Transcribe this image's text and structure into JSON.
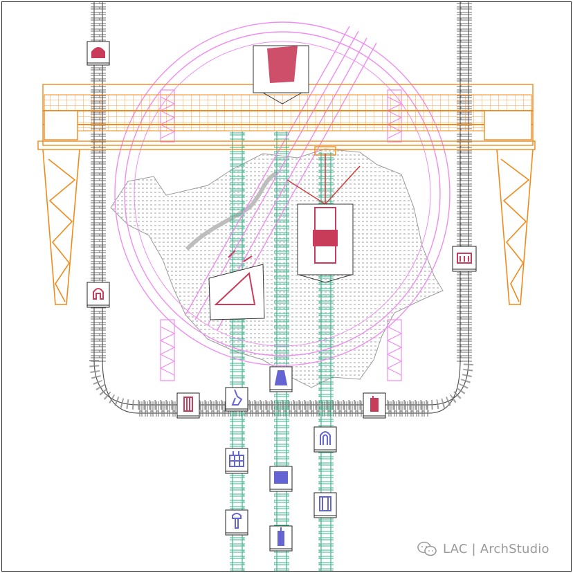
{
  "title": "",
  "watermark": {
    "text": "LAC | ArchStudio",
    "icon": "wechat-icon"
  },
  "colors": {
    "background": "#ffffff",
    "frame": "#333333",
    "rail_track": "#6e6e6e",
    "green_track": "#3bb58c",
    "crane": "#f08a1a",
    "ring": "#f08cf0",
    "city_map": "#d6d6d6",
    "marker_red": "#c83c5a",
    "marker_blue": "#6464d2",
    "cable": "#d04040"
  },
  "nodes": [
    {
      "name": "node-dome",
      "color": "marker_red",
      "icon": "dome-icon"
    },
    {
      "name": "node-arch",
      "color": "marker_red",
      "icon": "arch-icon"
    },
    {
      "name": "node-temple",
      "color": "marker_red",
      "icon": "temple-icon"
    },
    {
      "name": "node-column-red",
      "color": "marker_red",
      "icon": "column-icon"
    },
    {
      "name": "node-tower-red",
      "color": "marker_red",
      "icon": "tower-icon"
    },
    {
      "name": "node-statue",
      "color": "marker_blue",
      "icon": "statue-icon"
    },
    {
      "name": "node-figure",
      "color": "marker_blue",
      "icon": "figure-icon"
    },
    {
      "name": "node-horseshoe",
      "color": "marker_blue",
      "icon": "horseshoe-icon"
    },
    {
      "name": "node-grid",
      "color": "marker_blue",
      "icon": "grid-icon"
    },
    {
      "name": "node-block",
      "color": "marker_blue",
      "icon": "block-icon"
    },
    {
      "name": "node-pillar",
      "color": "marker_blue",
      "icon": "pillar-icon"
    },
    {
      "name": "node-obelisk",
      "color": "marker_blue",
      "icon": "obelisk-icon"
    },
    {
      "name": "node-totem",
      "color": "marker_blue",
      "icon": "totem-icon"
    }
  ]
}
